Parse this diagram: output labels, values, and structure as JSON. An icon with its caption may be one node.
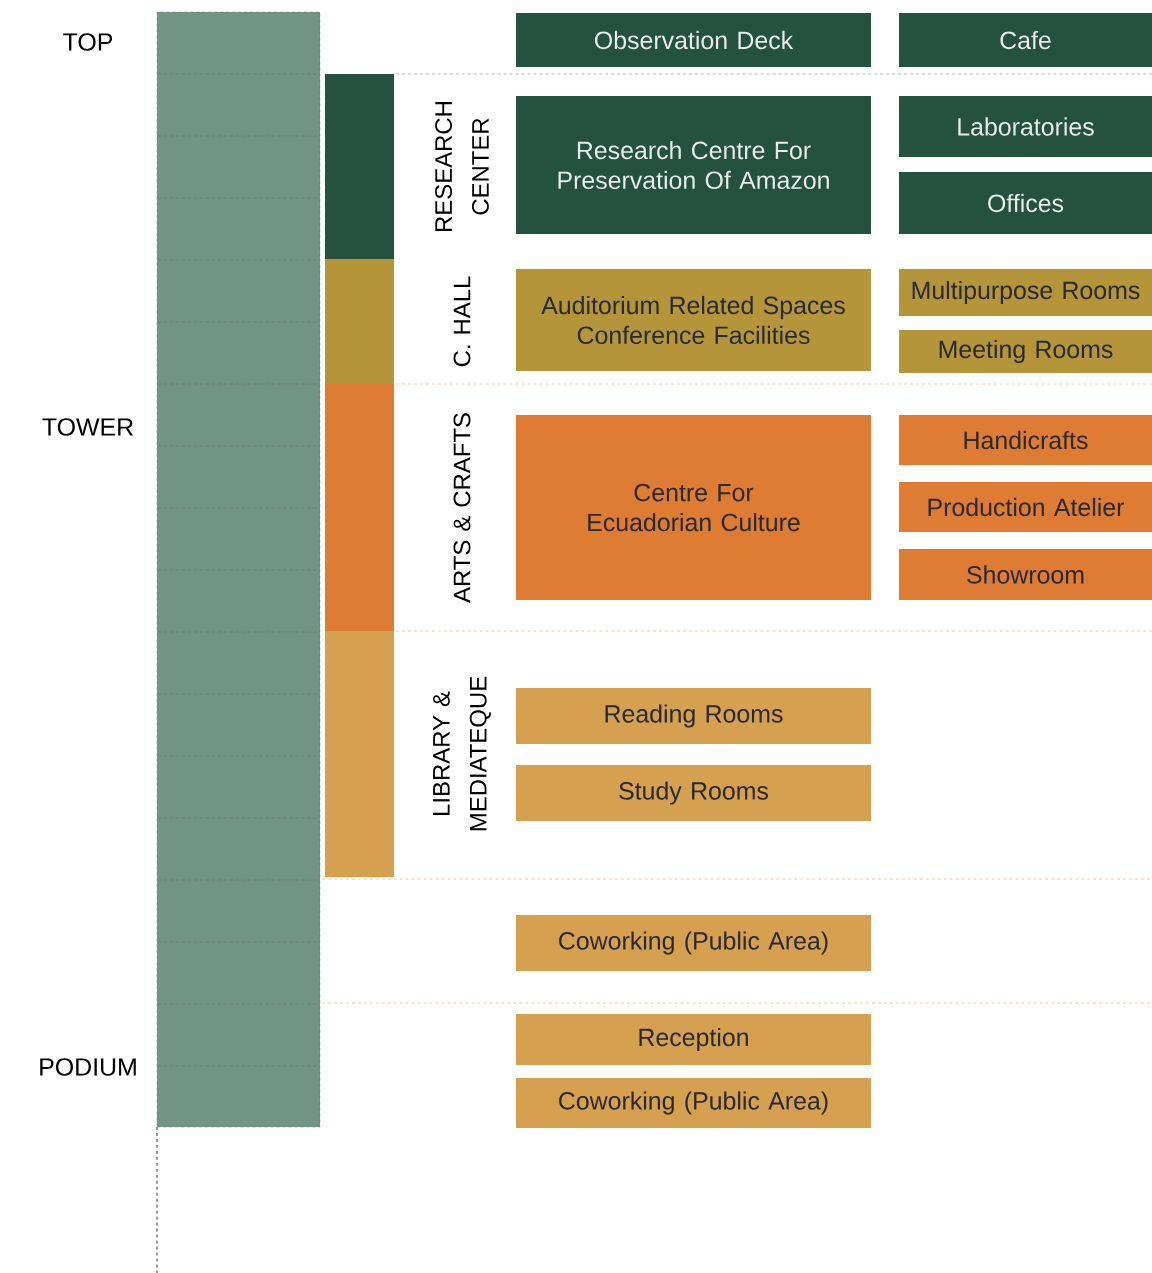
{
  "diagram": {
    "nodes": [
      {
        "text": [],
        "shape": "bar"
      },
      {
        "text": [
          "Observation Deck"
        ]
      },
      {
        "text": [
          "Cafe"
        ]
      },
      {
        "text": [
          "RESEARCH CENTER"
        ]
      },
      {
        "text": [
          "Research Centre For Preservation Of Amazon"
        ]
      },
      {
        "text": [
          "Laboratories"
        ]
      },
      {
        "text": [
          "Offices"
        ]
      },
      {
        "text": [
          "C. HALL"
        ]
      },
      {
        "text": [
          "Auditorium Related Spaces Conference Facilities"
        ]
      },
      {
        "text": [
          "Multipurpose Rooms"
        ]
      },
      {
        "text": [
          "Meeting Rooms"
        ]
      },
      {
        "text": [
          "ARTS & CRAFTS"
        ]
      },
      {
        "text": [
          "Centre For Ecuadorian Culture"
        ]
      },
      {
        "text": [
          "Handicrafts"
        ]
      },
      {
        "text": [
          "Production Atelier"
        ]
      },
      {
        "text": [
          "Showroom"
        ]
      },
      {
        "text": [
          "LIBRARY & MEDIATEQUE"
        ]
      },
      {
        "text": [
          "Reading Rooms"
        ]
      },
      {
        "text": [
          "Study Rooms"
        ]
      },
      {
        "text": [
          "Coworking (Public Area)"
        ]
      },
      {
        "text": [
          "Reception"
        ]
      },
      {
        "text": [
          "Coworking (Public Area)"
        ]
      }
    ],
    "labels": [
      "TOP",
      "TOWER",
      "PODIUM"
    ]
  }
}
